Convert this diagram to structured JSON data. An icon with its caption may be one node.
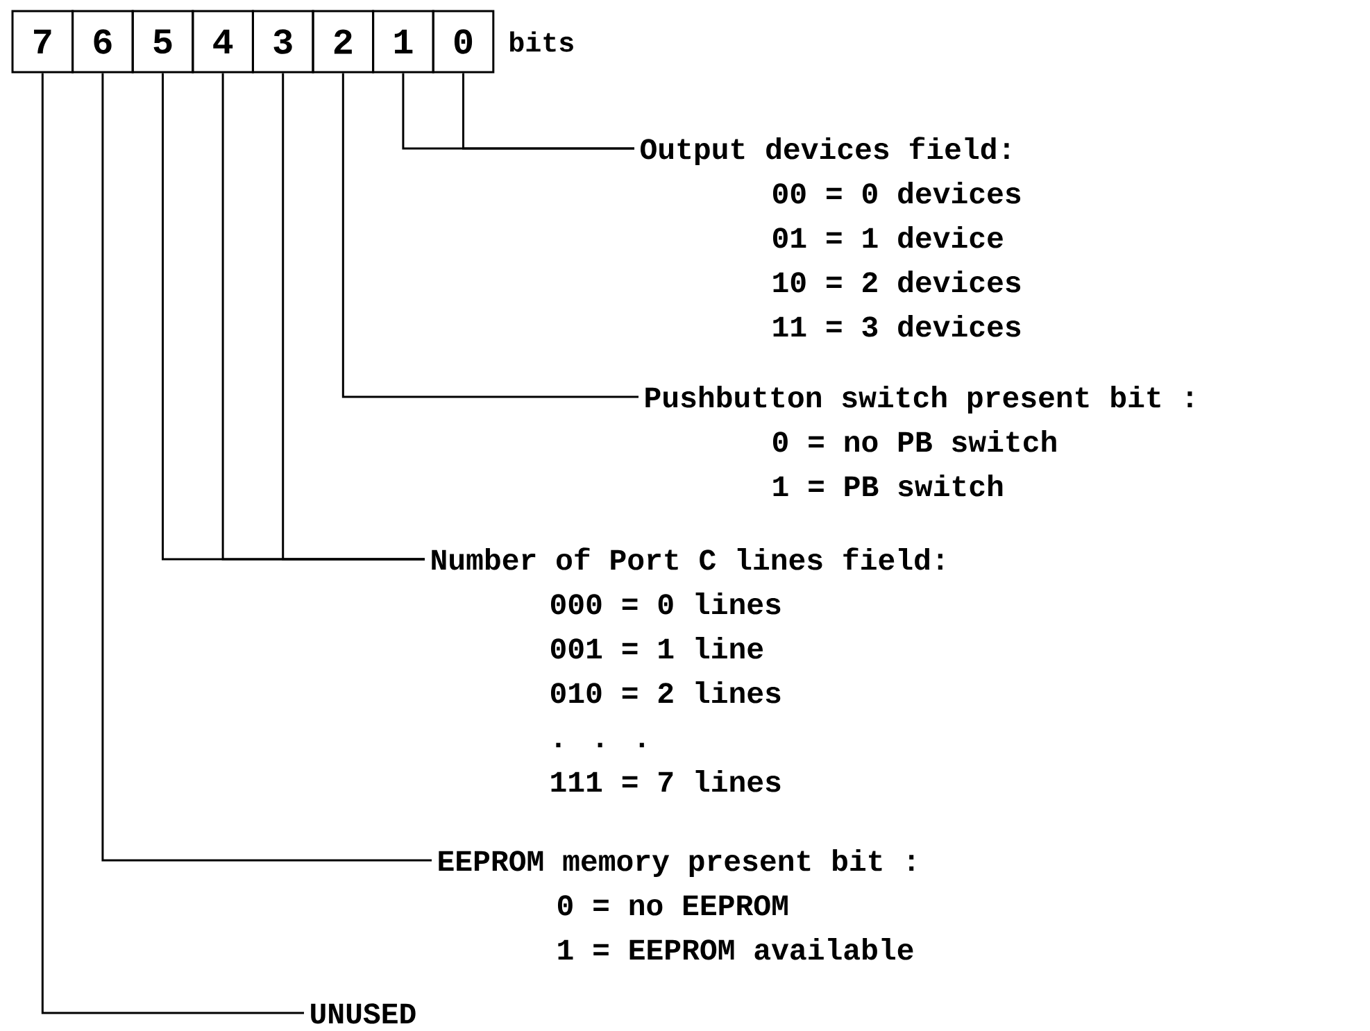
{
  "diagram": {
    "nodes": [
      {
        "text": [
          "7"
        ]
      },
      {
        "text": [
          "6"
        ]
      },
      {
        "text": [
          "5"
        ]
      },
      {
        "text": [
          "4"
        ]
      },
      {
        "text": [
          "3"
        ]
      },
      {
        "text": [
          "2"
        ]
      },
      {
        "text": [
          "1"
        ]
      },
      {
        "text": [
          "0"
        ]
      },
      {
        "text": [
          "Output devices field:",
          "00 = 0 devices",
          "01 = 1 device",
          "10 = 2 devices",
          "11 = 3 devices"
        ]
      },
      {
        "text": [
          "Pushbutton switch present bit :",
          "0 = no PB switch",
          "1 = PB switch"
        ]
      },
      {
        "text": [
          "Number of Port C lines field:",
          "000 = 0 lines",
          "001 = 1 line",
          "010 = 2 lines",
          ". . .",
          "111 = 7 lines"
        ]
      },
      {
        "text": [
          "EEPROM memory present bit :",
          "0 = no EEPROM",
          "1 = EEPROM available"
        ]
      },
      {
        "text": [
          "UNUSED"
        ]
      }
    ],
    "edges": [
      {
        "from": 6,
        "to": 8,
        "arrow": "none"
      },
      {
        "from": 7,
        "to": 8,
        "arrow": "none"
      },
      {
        "from": 5,
        "to": 9,
        "arrow": "none"
      },
      {
        "from": 2,
        "to": 10,
        "arrow": "none"
      },
      {
        "from": 3,
        "to": 10,
        "arrow": "none"
      },
      {
        "from": 4,
        "to": 10,
        "arrow": "none"
      },
      {
        "from": 1,
        "to": 11,
        "arrow": "none"
      },
      {
        "from": 0,
        "to": 12,
        "arrow": "none"
      }
    ],
    "labels": [
      "bits"
    ]
  }
}
